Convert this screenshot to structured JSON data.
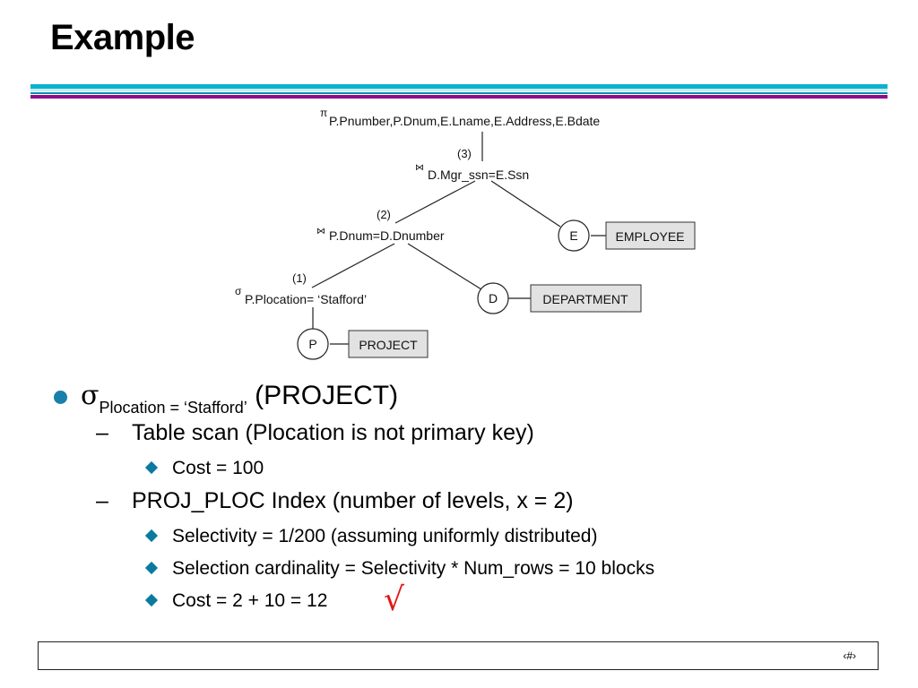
{
  "slide": {
    "title": "Example"
  },
  "tree": {
    "projection": {
      "symbol": "π",
      "label": "P.Pnumber,P.Dnum,E.Lname,E.Address,E.Bdate"
    },
    "join2": {
      "step": "(3)",
      "symbol": "⋈",
      "label": "D.Mgr_ssn=E.Ssn"
    },
    "join1": {
      "step": "(2)",
      "symbol": "⋈",
      "label": "P.Dnum=D.Dnumber"
    },
    "select": {
      "step": "(1)",
      "symbol": "σ",
      "label": "P.Plocation= ‘Stafford’"
    },
    "relations": [
      {
        "alias": "E",
        "name": "EMPLOYEE"
      },
      {
        "alias": "D",
        "name": "DEPARTMENT"
      },
      {
        "alias": "P",
        "name": "PROJECT"
      }
    ]
  },
  "bullets": {
    "main": {
      "sigma": "σ",
      "subscript": "Plocation = ‘Stafford’",
      "rest": " (PROJECT)"
    },
    "table_scan": "Table scan  (Plocation is not primary key)",
    "table_scan_cost": "Cost = 100",
    "index": "PROJ_PLOC Index (number of levels, x = 2)",
    "selectivity": "Selectivity = 1/200  (assuming uniformly distributed)",
    "cardinality": "Selection cardinality = Selectivity * Num_rows = 10 blocks",
    "index_cost": "Cost = 2 + 10 = 12",
    "check_mark": "√",
    "dash": "–"
  },
  "footer": {
    "page_number": "‹#›"
  }
}
